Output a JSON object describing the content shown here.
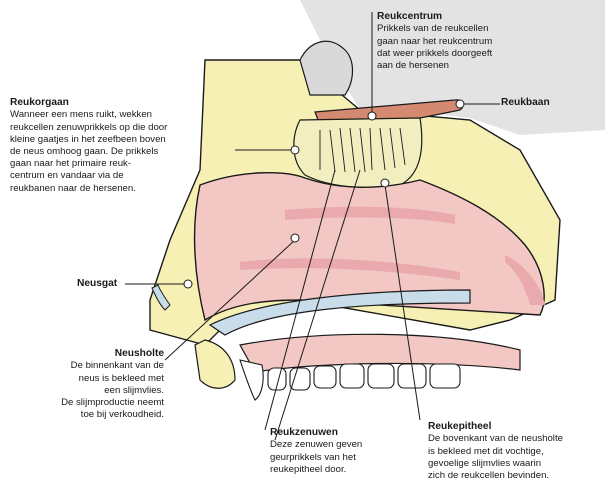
{
  "labels": {
    "reukcentrum": {
      "title": "Reukcentrum",
      "text": "Prikkels van de reukcellen\ngaan naar het reukcentrum\ndat weer prikkels doorgeeft\naan de hersenen"
    },
    "reukbaan": {
      "title": "Reukbaan"
    },
    "reukorgaan": {
      "title": "Reukorgaan",
      "text": "Wanneer een mens ruikt, wekken\nreukcellen zenuwprikkels op die door\nkleine gaatjes in het zeefbeen boven\nde neus omhoog gaan. De prikkels\ngaan naar het primaire reuk-\ncentrum en vandaar via de\nreukbanen naar de hersenen."
    },
    "neusgat": {
      "title": "Neusgat"
    },
    "neusholte": {
      "title": "Neusholte",
      "text": "De binnenkant van de\nneus is bekleed met\neen slijmvlies.\nDe slijmproductie neemt\ntoe bij verkoudheid."
    },
    "reukzenuwen": {
      "title": "Reukzenuwen",
      "text": "Deze zenuwen geven\ngeurprikkels van het\nreukepitheel door."
    },
    "reukepitheel": {
      "title": "Reukepitheel",
      "text": "De bovenkant van de neusholte\nis bekleed met dit vochtige,\ngevoelige slijmvlies waarin\nzich de reukcellen bevinden."
    }
  },
  "colors": {
    "bone": "#f6f0b4",
    "mucosa": "#f2c7c4",
    "mucosa_dark": "#e9a9ad",
    "cartilage": "#c8dcea",
    "brain": "#d9d9d9",
    "tract": "#d48a70",
    "outline": "#1a1a1a"
  }
}
